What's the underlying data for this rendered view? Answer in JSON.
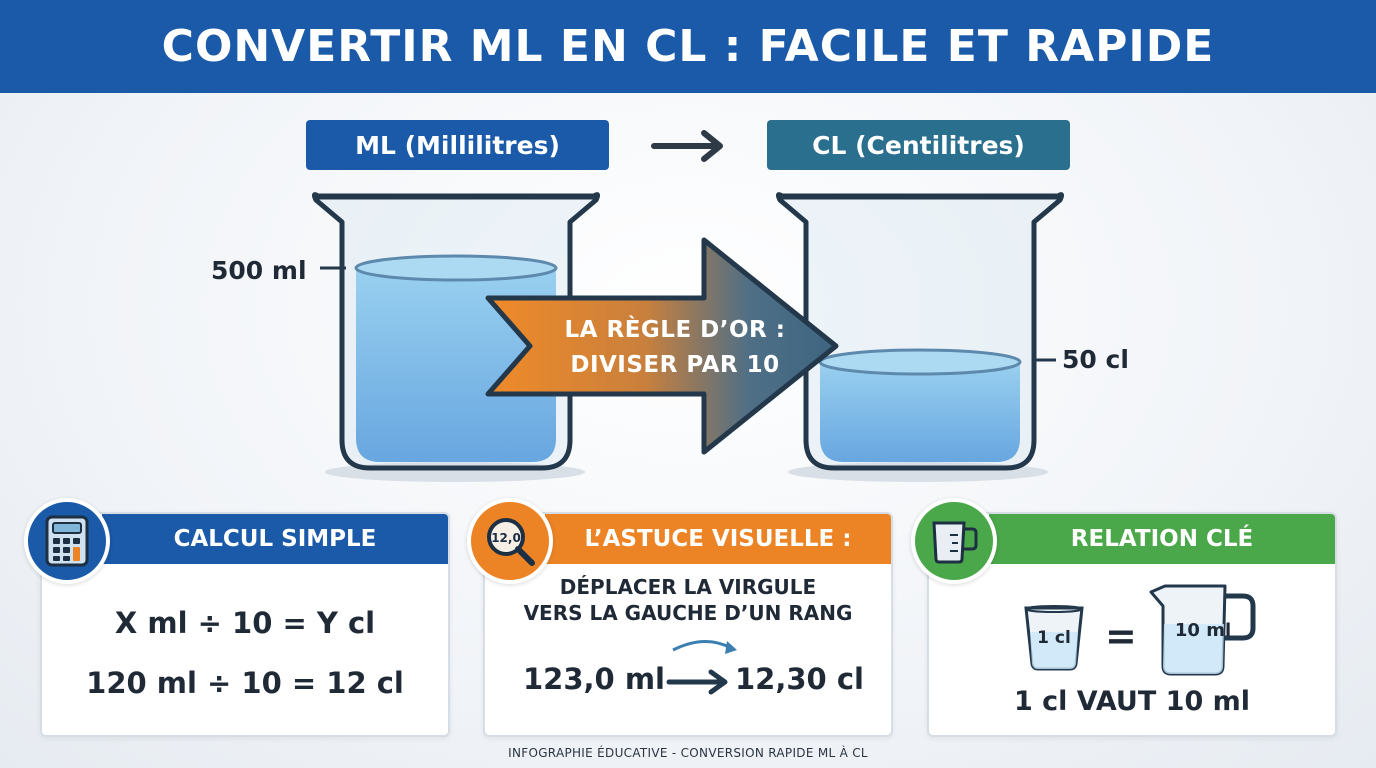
{
  "title": "CONVERTIR ML EN CL : FACILE ET RAPIDE",
  "units": {
    "from_label": "ML (Millilitres)",
    "to_label": "CL (Centilitres)"
  },
  "beakers": {
    "left_level": "500 ml",
    "right_level": "50 cl"
  },
  "rule": {
    "line1": "LA RÈGLE D’OR :",
    "line2": "DIVISER PAR 10"
  },
  "cards": {
    "calcul": {
      "header": "CALCUL SIMPLE",
      "formula1": "X ml ÷ 10 = Y cl",
      "formula2": "120 ml ÷ 10 = 12 cl",
      "icon": "calculator-icon"
    },
    "astuce": {
      "header": "L’ASTUCE VISUELLE :",
      "line1": "DÉPLACER LA VIRGULE",
      "line2": "VERS LA GAUCHE D’UN RANG",
      "example_from": "123,0 ml",
      "example_to": "12,30 cl",
      "icon_text": "12,0",
      "icon": "magnifier-icon"
    },
    "relation": {
      "header": "RELATION CLÉ",
      "small_label": "1 cl",
      "equals": "=",
      "big_label": "10 ml",
      "caption": "1 cl VAUT 10 ml",
      "icon": "measuring-cup-icon"
    }
  },
  "footer": "INFOGRAPHIE ÉDUCATIVE - CONVERSION RAPIDE ML À CL",
  "colors": {
    "blue": "#1a5aa8",
    "teal": "#2a6f8e",
    "orange": "#ec8426",
    "green": "#4aa84a",
    "water": "#3a9be0"
  }
}
